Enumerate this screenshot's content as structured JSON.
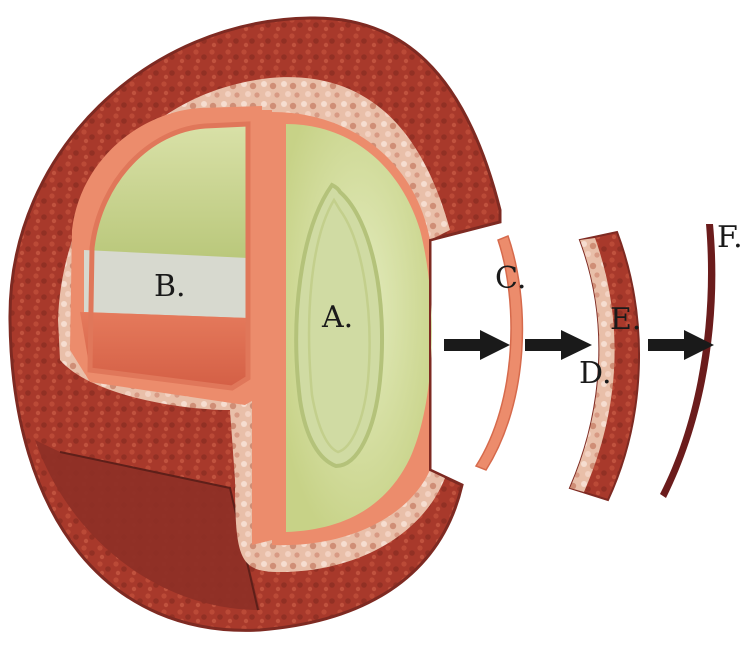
{
  "labels": {
    "a": "A.",
    "b": "B.",
    "c": "C.",
    "d": "D.",
    "e": "E.",
    "f": "F."
  },
  "colors": {
    "outer_shell": "#a8392b",
    "outer_shell_dark": "#7e2a22",
    "outer_cut_face": "#8e2f26",
    "granular_layer": "#e9bfa9",
    "pink_membrane": "#ec8c6c",
    "pericarp_dark": "#6b1c1c",
    "endosperm_green": "#d7e0a2",
    "endosperm_light": "#dde7b4",
    "embryo_grey": "#d7d9cf",
    "lower_orange_tissue": "#df6e52",
    "arrow": "#1a1a1a"
  },
  "icons": {
    "arrow_1": "arrow-right-icon",
    "arrow_2": "arrow-right-icon",
    "arrow_3": "arrow-right-icon"
  }
}
